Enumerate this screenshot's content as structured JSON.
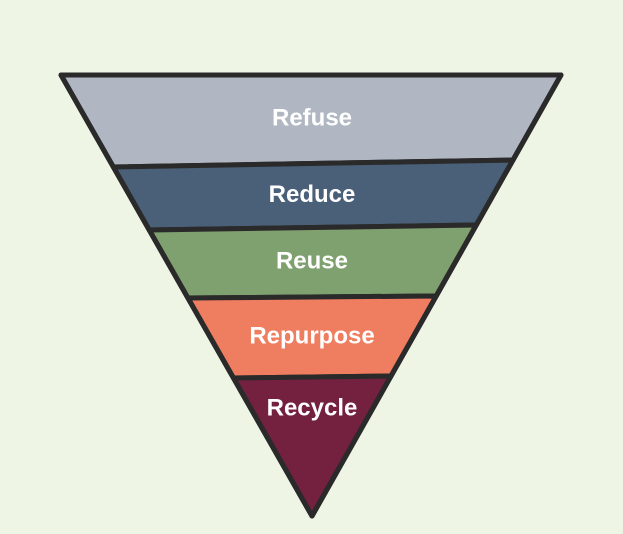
{
  "background_color": "#eef5e4",
  "outline_color": "#2a2a2a",
  "tiers": [
    {
      "label": "Refuse",
      "color": "#b0b7c2"
    },
    {
      "label": "Reduce",
      "color": "#4a6078"
    },
    {
      "label": "Reuse",
      "color": "#7fa06f"
    },
    {
      "label": "Repurpose",
      "color": "#ef7d5f"
    },
    {
      "label": "Recycle",
      "color": "#74203f"
    }
  ]
}
